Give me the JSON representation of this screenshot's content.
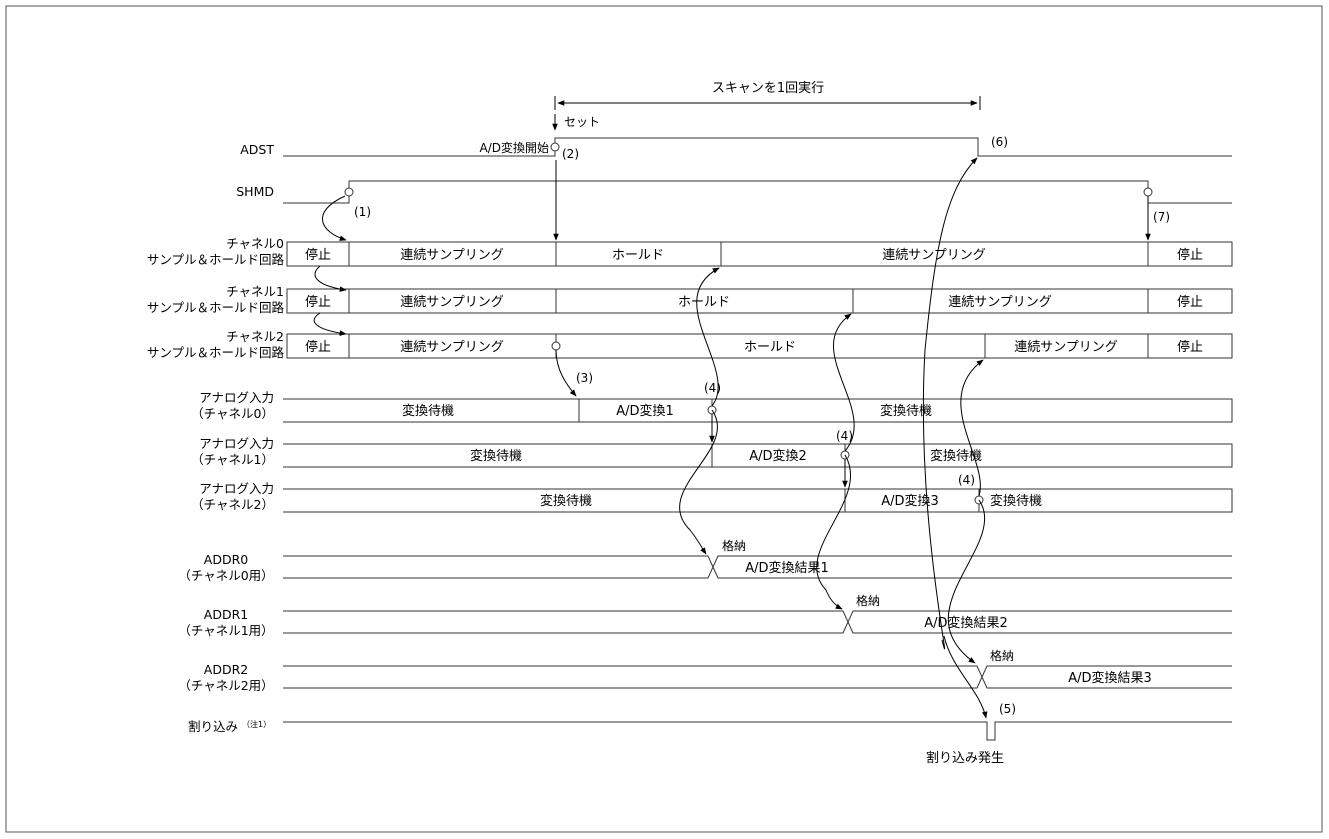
{
  "scan_label": "スキャンを1回実行",
  "set_label": "セット",
  "signals": {
    "adst": "ADST",
    "shmd": "SHMD",
    "ch0_line1": "チャネル0",
    "ch0_line2": "サンプル＆ホールド回路",
    "ch1_line1": "チャネル1",
    "ch1_line2": "サンプル＆ホールド回路",
    "ch2_line1": "チャネル2",
    "ch2_line2": "サンプル＆ホールド回路",
    "an0_line1": "アナログ入力",
    "an0_line2": "（チャネル0）",
    "an1_line1": "アナログ入力",
    "an1_line2": "（チャネル1）",
    "an2_line1": "アナログ入力",
    "an2_line2": "（チャネル2）",
    "addr0_line1": "ADDR0",
    "addr0_line2": "（チャネル0用）",
    "addr1_line1": "ADDR1",
    "addr1_line2": "（チャネル1用）",
    "addr2_line1": "ADDR2",
    "addr2_line2": "（チャネル2用）",
    "irq": "割り込み",
    "irq_note": "（注1）"
  },
  "states": {
    "stop": "停止",
    "cont_sampling": "連続サンプリング",
    "hold": "ホールド",
    "wait": "変換待機",
    "conv1": "A/D変換1",
    "conv2": "A/D変換2",
    "conv3": "A/D変換3",
    "store": "格納",
    "result1": "A/D変換結果1",
    "result2": "A/D変換結果2",
    "result3": "A/D変換結果3"
  },
  "annotations": {
    "ad_start": "A/D変換開始",
    "n1": "(1)",
    "n2": "(2)",
    "n3": "(3)",
    "n4": "(4)",
    "n5": "(5)",
    "n6": "(6)",
    "n7": "(7)",
    "irq_event": "割り込み発生"
  }
}
